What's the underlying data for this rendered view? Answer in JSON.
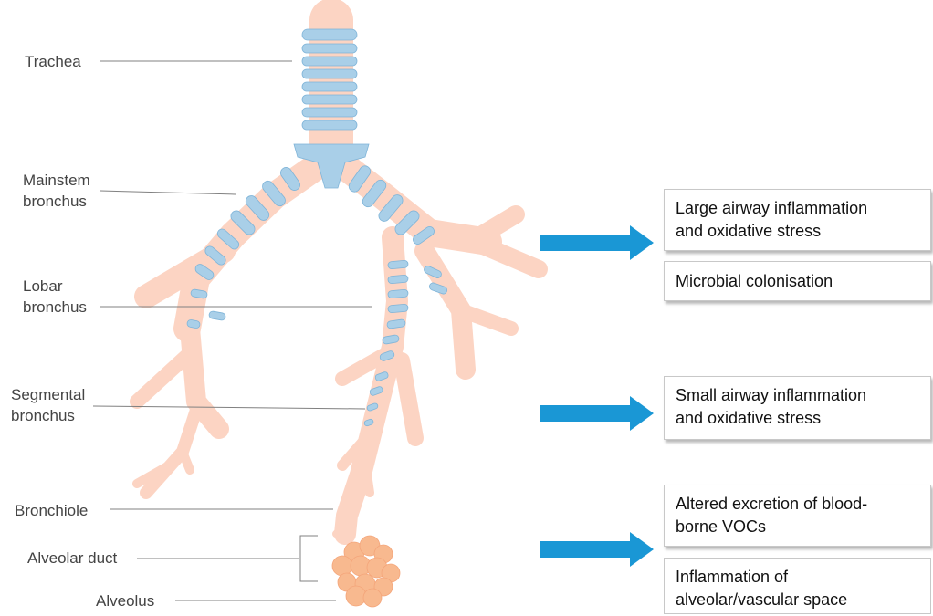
{
  "colors": {
    "airway": "#fcd4c3",
    "cartilage": "#a9cfe8",
    "cartilage_edge": "#7fb4d8",
    "arrow": "#1a97d5",
    "alveolus": "#f8b98f",
    "leader": "#808080"
  },
  "anatomy_labels": {
    "trachea": "Trachea",
    "mainstem_1": "Mainstem",
    "mainstem_2": "bronchus",
    "lobar_1": "Lobar",
    "lobar_2": "bronchus",
    "segmental_1": "Segmental",
    "segmental_2": "bronchus",
    "bronchiole": "Bronchiole",
    "alveolar_duct": "Alveolar duct",
    "alveolus": "Alveolus"
  },
  "boxes": {
    "large_airway_1": "Large airway inflammation",
    "large_airway_2": "and oxidative stress",
    "microbial": "Microbial colonisation",
    "small_airway_1": "Small airway inflammation",
    "small_airway_2": "and oxidative stress",
    "altered_1": "Altered excretion of blood-",
    "altered_2": "borne VOCs",
    "inflammation_1": "Inflammation of",
    "inflammation_2": "alveolar/vascular space"
  },
  "icons": {
    "arrow": "right-arrow-icon",
    "brace": "bracket-icon"
  }
}
